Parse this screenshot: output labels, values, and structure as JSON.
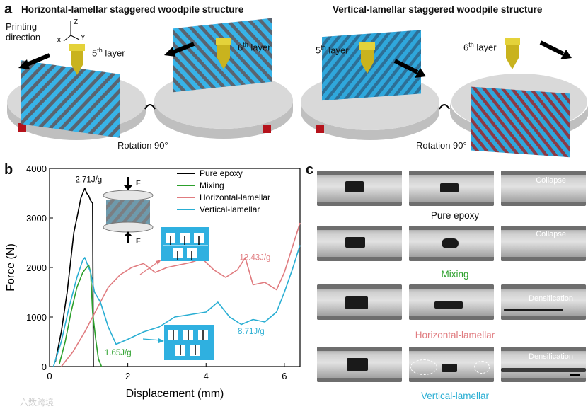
{
  "panel_a": {
    "letter": "a",
    "left_title": "Horizontal-lamellar staggered woodpile structure",
    "right_title": "Vertical-lamellar staggered woodpile structure",
    "printing_direction": "Printing direction",
    "axis_z": "Z",
    "axis_x": "X",
    "axis_y": "Y",
    "layer_5": "5",
    "layer_6": "6",
    "layer_suffix": "th",
    "layer_word": "layer",
    "rotation": "Rotation 90°"
  },
  "panel_b": {
    "letter": "b",
    "force_label": "F",
    "chart_data": {
      "type": "line",
      "xlabel": "Displacement (mm)",
      "ylabel": "Force (N)",
      "xlim": [
        0,
        6.4
      ],
      "ylim": [
        0,
        4000
      ],
      "xticks": [
        "0",
        "2",
        "4",
        "6"
      ],
      "yticks": [
        "0",
        "1000",
        "2000",
        "3000",
        "4000"
      ],
      "grid": false,
      "legend": "top-right",
      "series": [
        {
          "name": "Pure epoxy",
          "color": "#000000",
          "x": [
            0.15,
            0.3,
            0.45,
            0.55,
            0.62,
            0.7,
            0.75,
            0.8,
            0.85,
            0.9,
            0.95,
            1.0,
            1.05,
            1.1,
            1.12
          ],
          "y": [
            100,
            700,
            1500,
            2200,
            2700,
            3000,
            3200,
            3400,
            3500,
            3600,
            3500,
            3450,
            3350,
            3300,
            0
          ]
        },
        {
          "name": "Mixing",
          "color": "#2ca02c",
          "x": [
            0.25,
            0.4,
            0.55,
            0.7,
            0.85,
            0.95,
            1.0,
            1.05,
            1.1,
            1.18,
            1.25,
            1.33
          ],
          "y": [
            50,
            500,
            1100,
            1600,
            1900,
            2000,
            2050,
            1900,
            1100,
            550,
            150,
            0
          ]
        },
        {
          "name": "Horizontal-lamellar",
          "color": "#e07b7f",
          "x": [
            0.3,
            0.6,
            0.9,
            1.2,
            1.5,
            1.8,
            2.1,
            2.4,
            2.7,
            3.0,
            3.3,
            3.6,
            3.9,
            4.2,
            4.5,
            4.8,
            5.0,
            5.2,
            5.5,
            5.8,
            6.0,
            6.2,
            6.4
          ],
          "y": [
            0,
            300,
            700,
            1150,
            1600,
            1850,
            2000,
            2080,
            1900,
            2000,
            2050,
            2100,
            2180,
            1950,
            1800,
            1950,
            2200,
            1650,
            1700,
            1550,
            1900,
            2400,
            2900
          ]
        },
        {
          "name": "Vertical-lamellar",
          "color": "#29aed3",
          "x": [
            0.1,
            0.3,
            0.5,
            0.7,
            0.85,
            0.9,
            0.95,
            1.05,
            1.15,
            1.3,
            1.5,
            1.7,
            2.0,
            2.4,
            2.8,
            3.2,
            3.6,
            4.0,
            4.3,
            4.6,
            4.9,
            5.2,
            5.5,
            5.8,
            6.0,
            6.2,
            6.4
          ],
          "y": [
            0,
            500,
            1200,
            1800,
            2150,
            2200,
            2100,
            1900,
            1500,
            1300,
            800,
            450,
            550,
            700,
            800,
            1000,
            1050,
            1100,
            1300,
            1000,
            850,
            950,
            900,
            1100,
            1500,
            1950,
            2450
          ]
        }
      ],
      "annotations": [
        {
          "text": "2.71J/g",
          "x": 1.0,
          "y": 3720,
          "color": "#000000"
        },
        {
          "text": "12.43J/g",
          "x": 5.25,
          "y": 2150,
          "color": "#e07b7f"
        },
        {
          "text": "8.71J/g",
          "x": 5.15,
          "y": 660,
          "color": "#29aed3"
        },
        {
          "text": "1.65J/g",
          "x": 1.75,
          "y": 230,
          "color": "#2ca02c"
        }
      ]
    }
  },
  "panel_c": {
    "letter": "c",
    "rows": [
      {
        "label": "Pure epoxy",
        "color": "#111111",
        "tag": "Collapse"
      },
      {
        "label": "Mixing",
        "color": "#2ca02c",
        "tag": "Collapse"
      },
      {
        "label": "Horizontal-lamellar",
        "color": "#e07b7f",
        "tag": "Densification"
      },
      {
        "label": "Vertical-lamellar",
        "color": "#29aed3",
        "tag": "Densification"
      }
    ]
  },
  "watermark": "六数跨境"
}
